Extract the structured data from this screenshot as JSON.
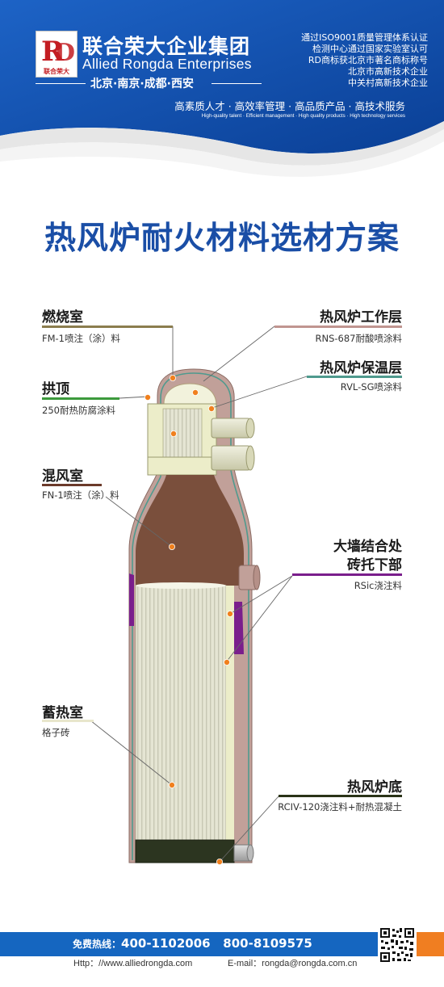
{
  "header": {
    "company_cn": "联合荣大企业集团",
    "company_en": "Allied Rongda Enterprises",
    "cities": "北京·南京·成都·西安",
    "logo_text": "联合荣大",
    "certifications": [
      "通过ISO9001质量管理体系认证",
      "检测中心通过国家实验室认可",
      "RD商标获北京市著名商标称号",
      "北京市高新技术企业",
      "中关村高新技术企业"
    ],
    "slogan_cn": "高素质人才 · 高效率管理 · 高品质产品 · 高技术服务",
    "slogan_en": "High-quality talent · Efficient management · High quality products · High technology services"
  },
  "title": "热风炉耐火材料选材方案",
  "labels": {
    "combustion_chamber": {
      "title": "燃烧室",
      "material": "FM-1喷注（涂）料",
      "bar_color": "#8b7d4e"
    },
    "dome": {
      "title": "拱顶",
      "material": "250耐热防腐涂料",
      "bar_color": "#3c9a3c"
    },
    "mixing_chamber": {
      "title": "混风室",
      "material": "FN-1喷注（涂）料",
      "bar_color": "#6b3a2a"
    },
    "regenerator": {
      "title": "蓄热室",
      "material": "格子砖",
      "bar_color": "#e8e6cc"
    },
    "working_layer": {
      "title": "热风炉工作层",
      "material": "RNS-687耐酸喷涂料",
      "bar_color": "#c09590"
    },
    "insulation_layer": {
      "title": "热风炉保温层",
      "material": "RVL-SG喷涂料",
      "bar_color": "#4f9a8e"
    },
    "wall_joint": {
      "title_line1": "大墙结合处",
      "title_line2": "砖托下部",
      "material": "RSic浇注料",
      "bar_color": "#7a1e8c"
    },
    "bottom": {
      "title": "热风炉底",
      "material": "RCIV-120浇注料+耐热混凝土",
      "bar_color": "#2a3318"
    }
  },
  "footer": {
    "hotline_label": "免费热线：",
    "hotline_numbers": "400-1102006   800-8109575",
    "url": "Http：//www.alliedrongda.com",
    "email": "E-mail：rongda@rongda.com.cn"
  },
  "colors": {
    "brand_blue": "#1a5fb8",
    "title_blue": "#1a4ea6",
    "accent_orange": "#f07e21"
  }
}
